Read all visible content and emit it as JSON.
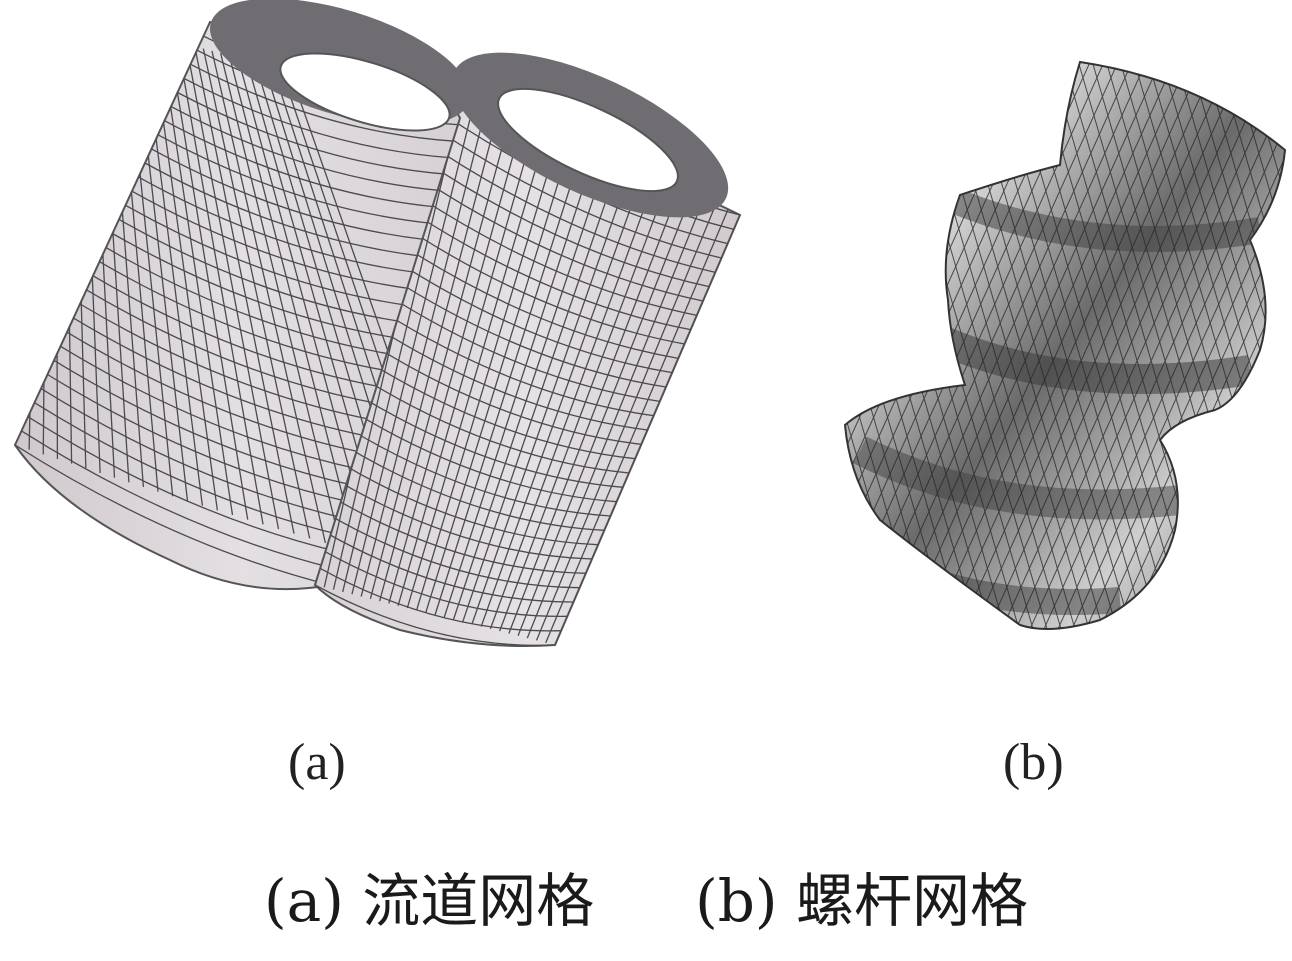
{
  "figure": {
    "panel_a": {
      "label": "(a)",
      "name": "流道网格"
    },
    "panel_b": {
      "label": "(b)",
      "name": "螺杆网格"
    }
  },
  "caption": {
    "part_a_label": "(a)",
    "part_a_text": "流道网格",
    "part_b_label": "(b)",
    "part_b_text": "螺杆网格"
  },
  "colors": {
    "mesh_fill": "#dcd6da",
    "mesh_line": "#4a4a52",
    "screw_light": "#d2d2d2",
    "screw_dark": "#5a5a5a"
  }
}
